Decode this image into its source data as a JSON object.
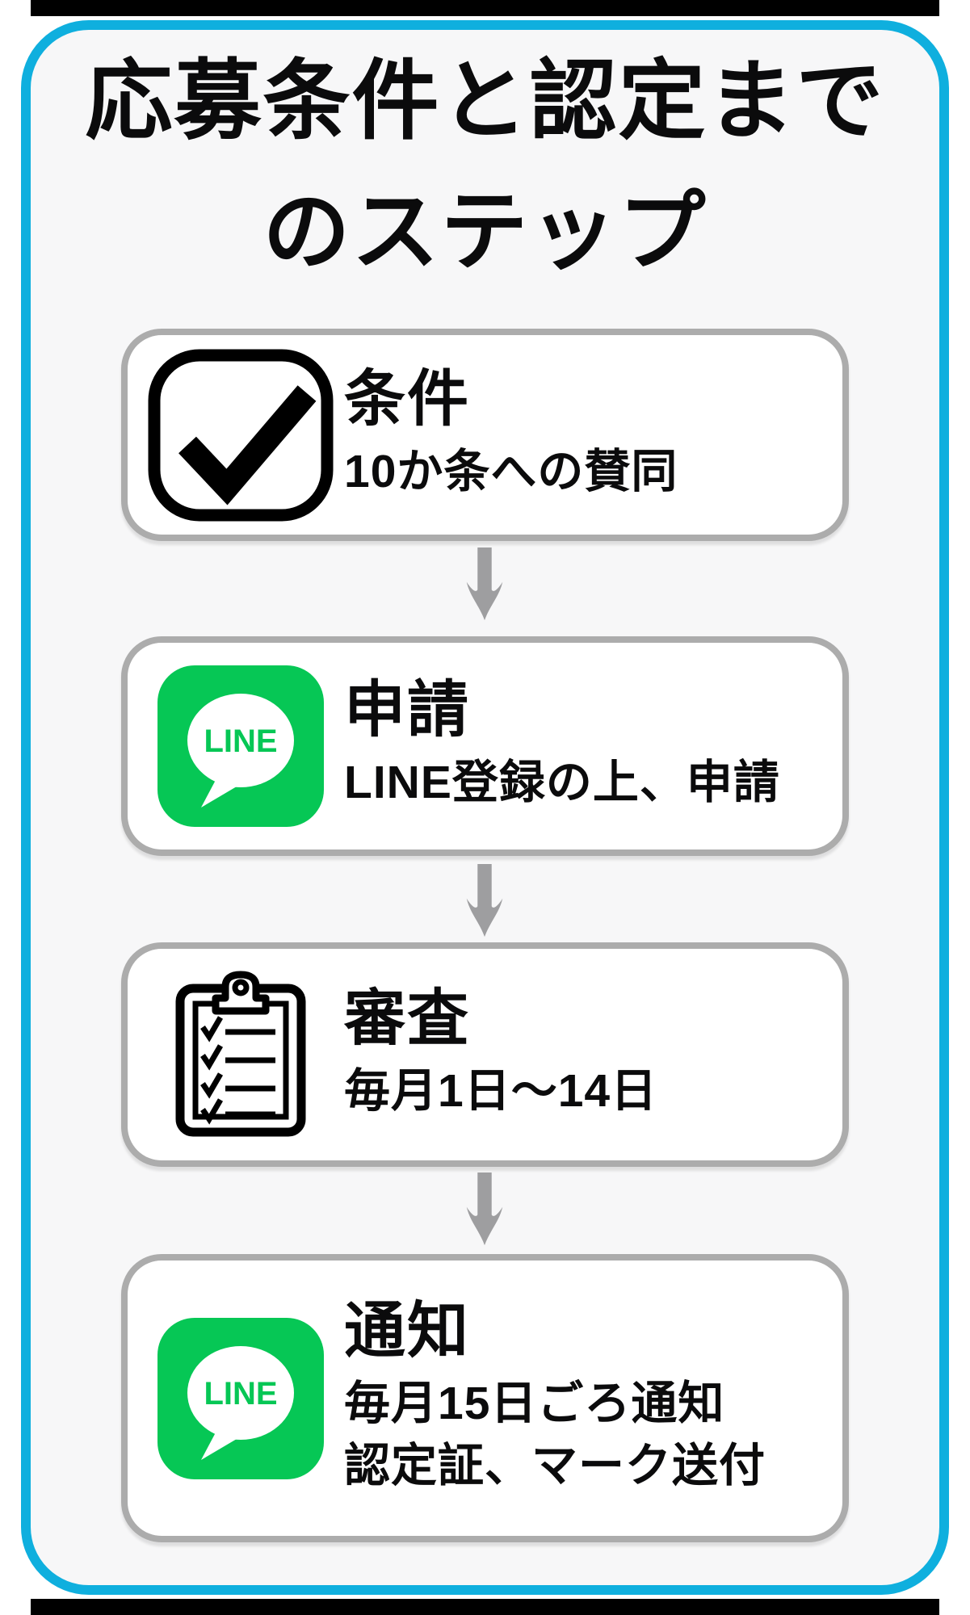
{
  "page": {
    "title_line1": "応募条件と認定まで",
    "title_line2": "のステップ"
  },
  "steps": [
    {
      "id": "requirements",
      "icon": "checkbox-check-icon",
      "title": "条件",
      "lines": [
        "10か条への賛同"
      ]
    },
    {
      "id": "application",
      "icon": "line-app-icon",
      "title": "申請",
      "lines": [
        "LINE登録の上、申請"
      ]
    },
    {
      "id": "screening",
      "icon": "clipboard-checklist-icon",
      "title": "審査",
      "lines": [
        "毎月1日〜14日"
      ]
    },
    {
      "id": "notification",
      "icon": "line-app-icon",
      "title": "通知",
      "lines": [
        "毎月15日ごろ通知",
        "認定証、マーク送付"
      ]
    }
  ],
  "line_icon_label": "LINE",
  "colors": {
    "accent_cyan": "#0FAFDE",
    "panel_background": "#F7F7F8",
    "card_border_gray": "#ACACAC",
    "arrow_gray": "#9E9EA0",
    "line_green": "#06C755",
    "edge_bar_black": "#000000",
    "text_black": "#0B0B0C"
  }
}
